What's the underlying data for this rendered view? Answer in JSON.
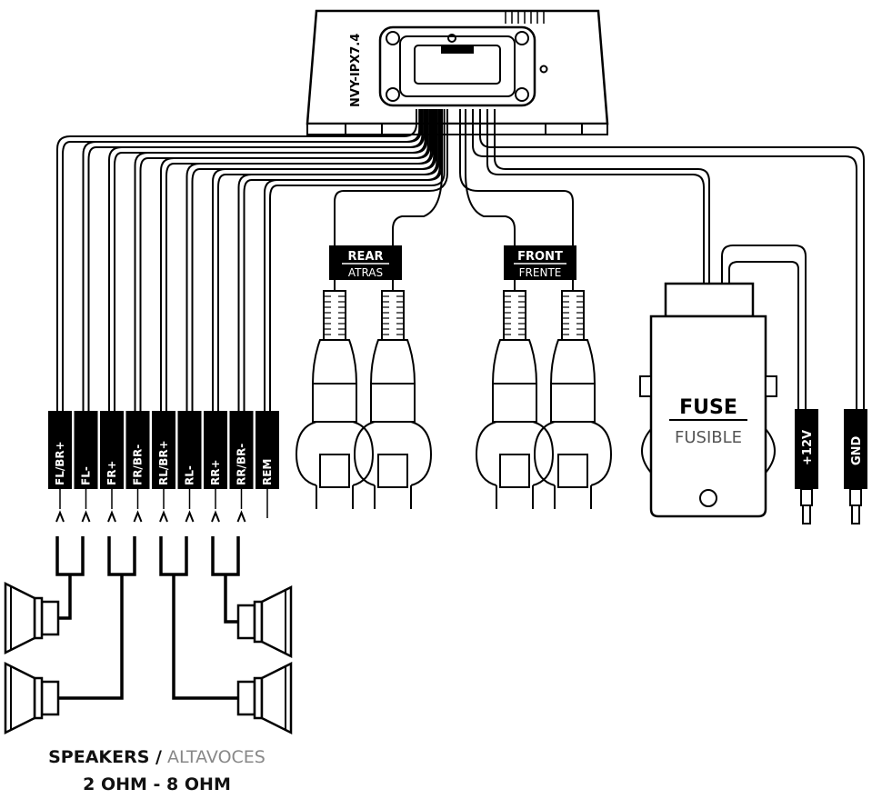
{
  "amplifier": {
    "model": "NVY-IPX7.4"
  },
  "speaker_wires": [
    "FL/BR+",
    "FL-",
    "FR+",
    "FR/BR-",
    "RL/BR+",
    "RL-",
    "RR+",
    "RR/BR-",
    "REM"
  ],
  "power_wires": [
    "+12V",
    "GND"
  ],
  "rca": {
    "rear": {
      "title": "REAR",
      "subtitle": "ATRAS"
    },
    "front": {
      "title": "FRONT",
      "subtitle": "FRENTE"
    }
  },
  "fuse": {
    "title": "FUSE",
    "subtitle": "FUSIBLE"
  },
  "caption": {
    "speakers_bold": "SPEAKERS /",
    "speakers_light": "ALTAVOCES",
    "impedance": "2 OHM - 8 OHM"
  }
}
